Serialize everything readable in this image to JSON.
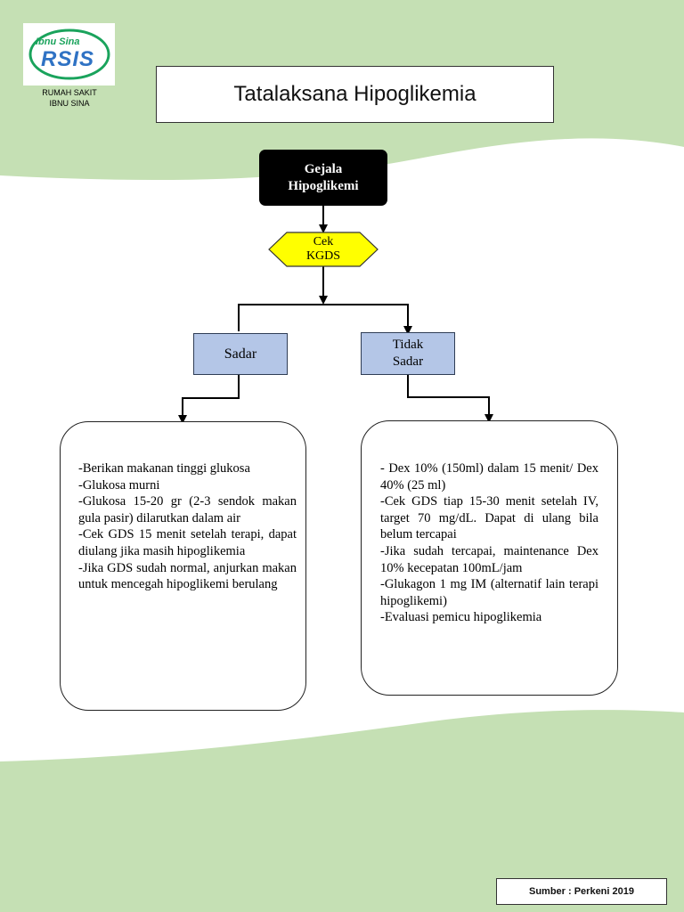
{
  "colors": {
    "background_green": "#c5e0b4",
    "decision_yellow": "#ffff00",
    "state_box_blue": "#b4c6e7",
    "logo_green": "#1aa35c",
    "logo_blue": "#2f72c4"
  },
  "header": {
    "logo_top_text": "Ibnu Sina",
    "logo_main_text": "RSIS",
    "hospital_line1": "RUMAH SAKIT",
    "hospital_line2": "IBNU SINA",
    "title": "Tatalaksana Hipoglikemia"
  },
  "flow": {
    "symptom_line1": "Gejala",
    "symptom_line2": "Hipoglikemi",
    "check_line1": "Cek",
    "check_line2": "KGDS",
    "conscious_label": "Sadar",
    "unconscious_line1": "Tidak",
    "unconscious_line2": "Sadar"
  },
  "conscious_actions": [
    "-Berikan makanan tinggi glukosa",
    "-Glukosa murni",
    "-Glukosa 15-20 gr (2-3 sendok makan gula pasir) dilarutkan dalam air",
    "-Cek GDS 15 menit setelah terapi, dapat diulang jika masih hipoglikemia",
    "-Jika GDS sudah normal, anjurkan makan untuk mencegah hipoglikemi berulang"
  ],
  "unconscious_actions": [
    "- Dex 10% (150ml) dalam 15 menit/ Dex 40% (25 ml)",
    "-Cek GDS tiap 15-30 menit setelah IV, target 70 mg/dL. Dapat di ulang bila belum tercapai",
    "-Jika sudah tercapai, maintenance Dex 10% kecepatan 100mL/jam",
    "-Glukagon 1 mg IM (alternatif lain terapi hipoglikemi)",
    "-Evaluasi pemicu hipoglikemia"
  ],
  "footer": {
    "source": "Sumber : Perkeni 2019"
  }
}
